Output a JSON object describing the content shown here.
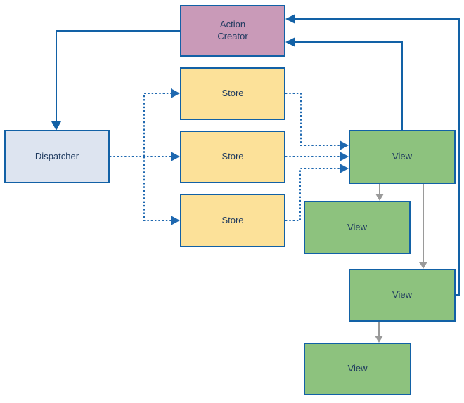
{
  "diagram": {
    "nodes": {
      "action_creator": {
        "label": "Action\nCreator"
      },
      "dispatcher": {
        "label": "Dispatcher"
      },
      "stores": [
        {
          "label": "Store"
        },
        {
          "label": "Store"
        },
        {
          "label": "Store"
        }
      ],
      "views": [
        {
          "label": "View"
        },
        {
          "label": "View"
        },
        {
          "label": "View"
        },
        {
          "label": "View"
        }
      ]
    },
    "edges": [
      {
        "id": "action-creator-to-dispatcher",
        "from": "action-creator",
        "to": "dispatcher",
        "style": "solid-blue"
      },
      {
        "id": "view1-to-action-creator",
        "from": "view-1",
        "to": "action-creator",
        "style": "solid-blue"
      },
      {
        "id": "view3-to-action-creator",
        "from": "view-3",
        "to": "action-creator",
        "style": "solid-blue"
      },
      {
        "id": "dispatcher-to-store1",
        "from": "dispatcher",
        "to": "store-1",
        "style": "dotted-blue"
      },
      {
        "id": "dispatcher-to-store2",
        "from": "dispatcher",
        "to": "store-2",
        "style": "dotted-blue"
      },
      {
        "id": "dispatcher-to-store3",
        "from": "dispatcher",
        "to": "store-3",
        "style": "dotted-blue"
      },
      {
        "id": "store1-to-view1",
        "from": "store-1",
        "to": "view-1",
        "style": "dotted-blue"
      },
      {
        "id": "store2-to-view1",
        "from": "store-2",
        "to": "view-1",
        "style": "dotted-blue"
      },
      {
        "id": "store3-to-view1",
        "from": "store-3",
        "to": "view-1",
        "style": "dotted-blue"
      },
      {
        "id": "view1-to-view2",
        "from": "view-1",
        "to": "view-2",
        "style": "gray"
      },
      {
        "id": "view1-to-view3",
        "from": "view-1",
        "to": "view-3",
        "style": "gray"
      },
      {
        "id": "view3-to-view4",
        "from": "view-3",
        "to": "view-4",
        "style": "gray"
      }
    ]
  },
  "colors": {
    "line-blue": "#1261a6",
    "dotted-blue": "#1e68b0",
    "gray-line": "#9a9a9a",
    "action-creator-fill": "#c99ab8",
    "dispatcher-fill": "#dde4f0",
    "store-fill": "#fce199",
    "view-fill": "#8dc27e",
    "text-navy": "#1f3a5f",
    "canvas-bg": "#ffffff"
  }
}
